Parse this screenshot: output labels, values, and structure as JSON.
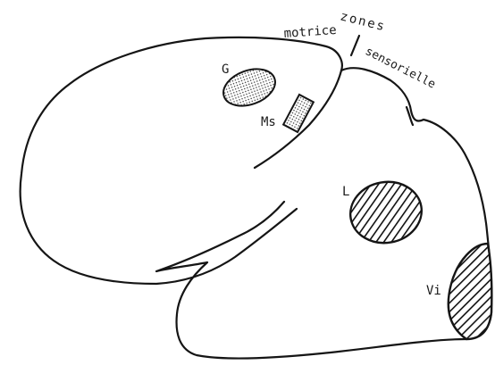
{
  "diagram": {
    "labels": {
      "zones": "zones",
      "motrice": "motrice",
      "sensorielle": "sensorielle",
      "g": "G",
      "ms": "Ms",
      "l": "L",
      "vi": "Vi"
    },
    "regions": {
      "g_fill": "dotted",
      "ms_fill": "dotted",
      "l_fill": "hatched",
      "vi_fill": "hatched"
    },
    "colors": {
      "ink": "#151515",
      "background": "#ffffff"
    }
  }
}
